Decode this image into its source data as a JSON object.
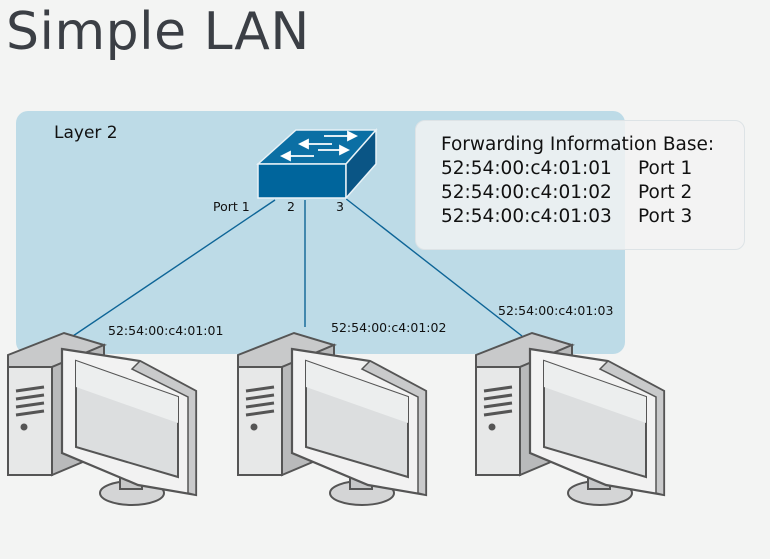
{
  "title": "Simple LAN",
  "layer2": {
    "label": "Layer 2"
  },
  "switch": {
    "icon": "network-switch-icon",
    "ports": [
      "Port 1",
      "2",
      "3"
    ]
  },
  "fib": {
    "heading": "Forwarding Information Base:",
    "entries": [
      {
        "mac": "52:54:00:c4:01:01",
        "port": "Port 1"
      },
      {
        "mac": "52:54:00:c4:01:02",
        "port": "Port 2"
      },
      {
        "mac": "52:54:00:c4:01:03",
        "port": "Port 3"
      }
    ]
  },
  "hosts": [
    {
      "mac": "52:54:00:c4:01:01",
      "icon": "computer-icon"
    },
    {
      "mac": "52:54:00:c4:01:02",
      "icon": "computer-icon"
    },
    {
      "mac": "52:54:00:c4:01:03",
      "icon": "computer-icon"
    }
  ],
  "colors": {
    "layer2_bg": "#bddbe7",
    "switch": "#00659c",
    "link": "#0e6597"
  }
}
